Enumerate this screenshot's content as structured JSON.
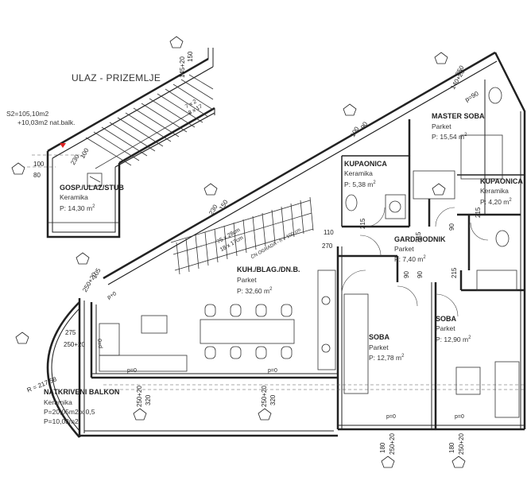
{
  "drawing": {
    "title": "ULAZ - PRIZEMLJE",
    "area_total": "S2=105,10m2",
    "area_balcony": "+10,03m2 nat.balk."
  },
  "rooms": {
    "entry": {
      "name": "GOSP./ULAZ/STUB",
      "material": "Keramika",
      "area": "P: 14,30 m"
    },
    "master": {
      "name": "MASTER SOBA",
      "material": "Parket",
      "area": "P: 15,54 m"
    },
    "bath1": {
      "name": "KUPAONICA",
      "material": "Keramika",
      "area": "P: 5,38 m"
    },
    "bath2": {
      "name": "KUPAONICA",
      "material": "Keramika",
      "area": "P: 4,20 m"
    },
    "hall": {
      "name": "GARD/HODNIK",
      "material": "Parket",
      "area": "P: 7,40 m"
    },
    "kitchen": {
      "name": "KUH./BLAG./DN.B.",
      "material": "Parket",
      "area": "P: 32,60 m"
    },
    "room1": {
      "name": "SOBA",
      "material": "Parket",
      "area": "P: 12,78 m"
    },
    "room2": {
      "name": "SOBA",
      "material": "Parket",
      "area": "P: 12,90 m"
    },
    "balcony": {
      "name": "NATKRIVENI BALKON",
      "material": "Keramika",
      "area1": "P=20,05m2 x 0,5",
      "area2": "P=10,03m2"
    }
  },
  "labels": {
    "sup2": "2",
    "stair_top": "7 x 2",
    "stair_top2": "8 x 17",
    "stair_main1": "75 x 28cm",
    "stair_main2": "18 x 17cm",
    "railing": "ČN OGRADA - h = 100 cm",
    "radius": "R = 217,58",
    "p0": "p=0",
    "p_plus": "p+0",
    "d150": "150",
    "d145": "145+20",
    "d250": "250",
    "d140": "140+20",
    "dp90": "p=90",
    "d100": "100",
    "d90": "90",
    "d230": "230",
    "d100b": "100",
    "d80": "80",
    "d150b": "150",
    "d230b": "230",
    "d110": "110",
    "d270": "270",
    "d105": "105",
    "d250_20": "250+20",
    "d275": "275",
    "d250_20b": "250+20",
    "d215": "215",
    "d90b": "90",
    "d320": "320",
    "d180": "180"
  }
}
